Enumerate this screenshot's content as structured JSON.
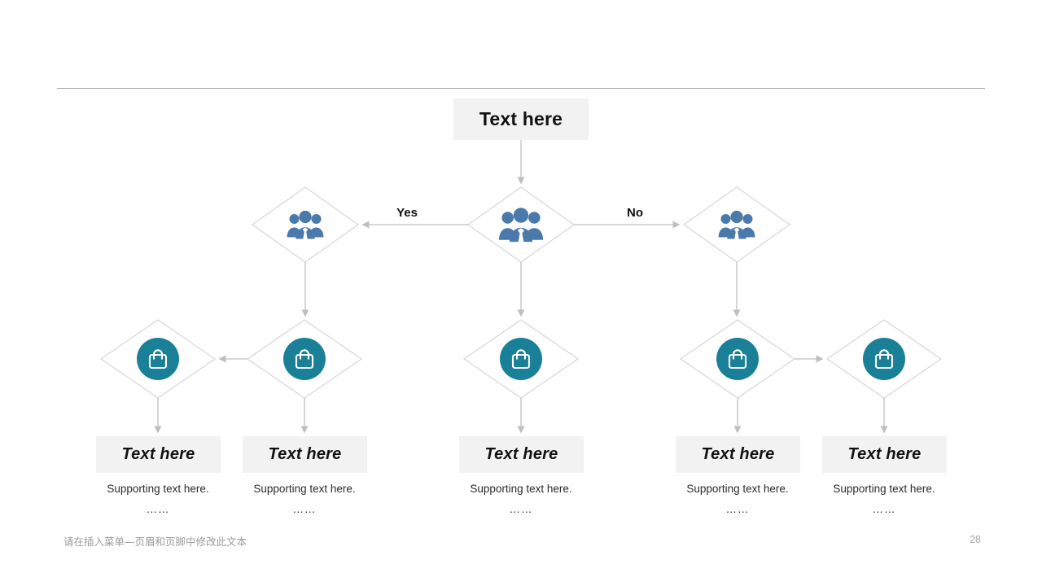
{
  "slide": {
    "page_number": "28",
    "footer_note": "请在插入菜单—页眉和页脚中修改此文本"
  },
  "colors": {
    "box_fill": "#f2f2f2",
    "diamond_stroke": "#d6d6d6",
    "connector": "#bfbfbf",
    "people_icon": "#4a79ab",
    "badge_fill": "#1a8098",
    "rule": "#a6a6a6",
    "text": "#111111",
    "footer_text": "#9b9b9b"
  },
  "head": {
    "label": "Text here"
  },
  "decision_row": {
    "nodes": [
      {
        "id": "left",
        "icon": "people-group-icon"
      },
      {
        "id": "center",
        "icon": "people-group-icon"
      },
      {
        "id": "right",
        "icon": "people-group-icon"
      }
    ],
    "edges": [
      {
        "id": "yes",
        "label": "Yes",
        "direction": "left"
      },
      {
        "id": "no",
        "label": "No",
        "direction": "right"
      }
    ]
  },
  "action_row": {
    "nodes": [
      {
        "id": "a1",
        "icon": "shopping-bag-icon"
      },
      {
        "id": "a2",
        "icon": "shopping-bag-icon"
      },
      {
        "id": "a3",
        "icon": "shopping-bag-icon"
      },
      {
        "id": "a4",
        "icon": "shopping-bag-icon"
      },
      {
        "id": "a5",
        "icon": "shopping-bag-icon"
      }
    ]
  },
  "leaf_row": {
    "items": [
      {
        "title": "Text here",
        "support": "Supporting text here.",
        "dots": "……"
      },
      {
        "title": "Text here",
        "support": "Supporting text here.",
        "dots": "……"
      },
      {
        "title": "Text here",
        "support": "Supporting text here.",
        "dots": "……"
      },
      {
        "title": "Text here",
        "support": "Supporting text here.",
        "dots": "……"
      },
      {
        "title": "Text here",
        "support": "Supporting text here.",
        "dots": "……"
      }
    ]
  }
}
